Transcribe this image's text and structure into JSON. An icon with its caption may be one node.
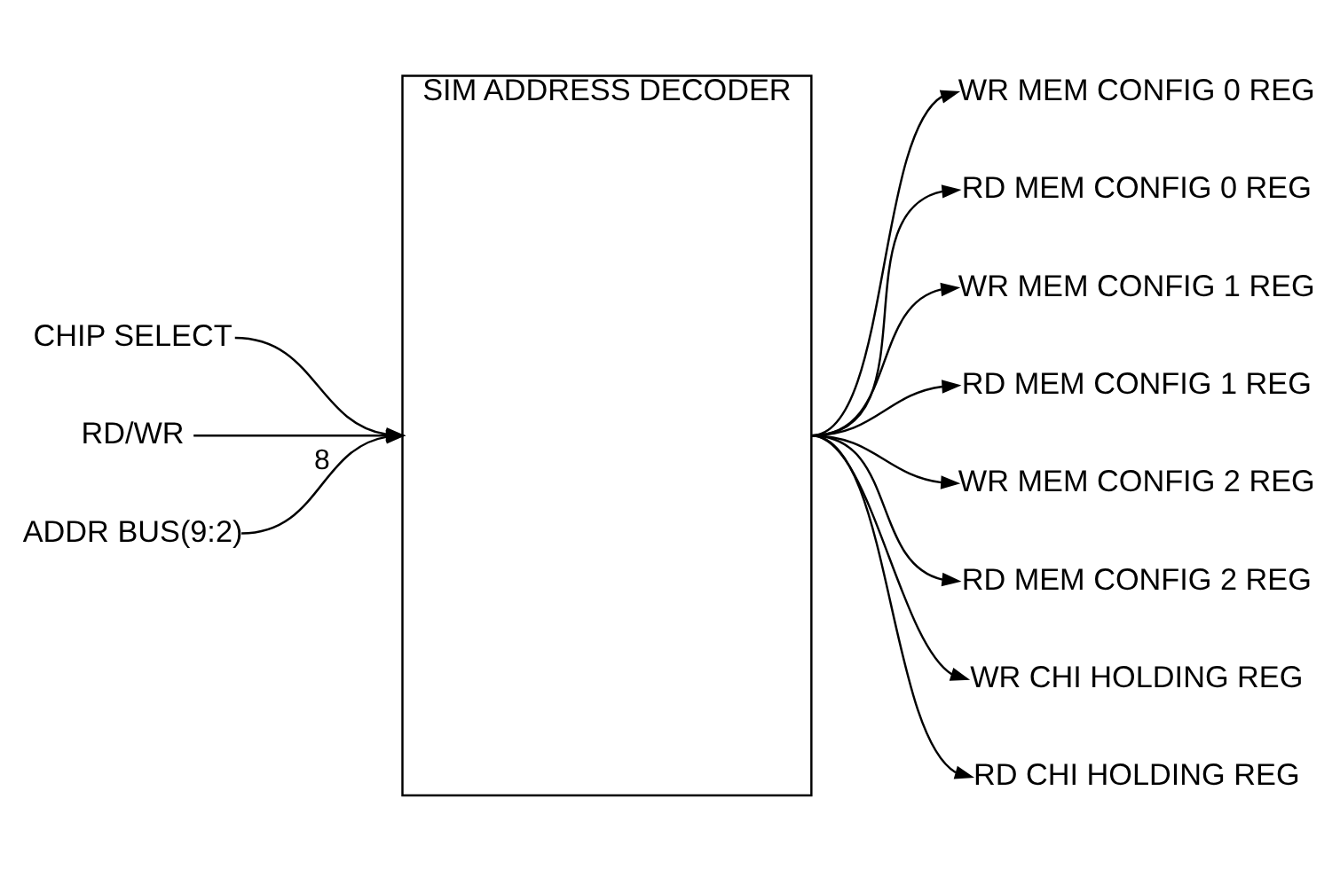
{
  "diagram": {
    "nodes": [
      {
        "text": [
          "SIM ADDRESS DECODER"
        ]
      },
      {
        "text": [
          "CHIP SELECT"
        ]
      },
      {
        "text": [
          "RD/WR"
        ]
      },
      {
        "text": [
          "ADDR BUS(9:2)"
        ]
      },
      {
        "text": [
          "WR MEM CONFIG 0 REG"
        ]
      },
      {
        "text": [
          "RD MEM CONFIG 0 REG"
        ]
      },
      {
        "text": [
          "WR MEM CONFIG 1 REG"
        ]
      },
      {
        "text": [
          "RD MEM CONFIG 1 REG"
        ]
      },
      {
        "text": [
          "WR MEM CONFIG 2 REG"
        ]
      },
      {
        "text": [
          "RD MEM CONFIG 2 REG"
        ]
      },
      {
        "text": [
          "WR CHI HOLDING REG"
        ]
      },
      {
        "text": [
          "RD CHI HOLDING REG"
        ]
      }
    ],
    "edges": [
      {
        "from": 1,
        "to": 0,
        "arrow": "to"
      },
      {
        "from": 2,
        "to": 0,
        "arrow": "to"
      },
      {
        "from": 3,
        "to": 0,
        "arrow": "to",
        "label": "8"
      },
      {
        "from": 0,
        "to": 4,
        "arrow": "to"
      },
      {
        "from": 0,
        "to": 5,
        "arrow": "to"
      },
      {
        "from": 0,
        "to": 6,
        "arrow": "to"
      },
      {
        "from": 0,
        "to": 7,
        "arrow": "to"
      },
      {
        "from": 0,
        "to": 8,
        "arrow": "to"
      },
      {
        "from": 0,
        "to": 9,
        "arrow": "to"
      },
      {
        "from": 0,
        "to": 10,
        "arrow": "to"
      },
      {
        "from": 0,
        "to": 11,
        "arrow": "to"
      }
    ]
  }
}
